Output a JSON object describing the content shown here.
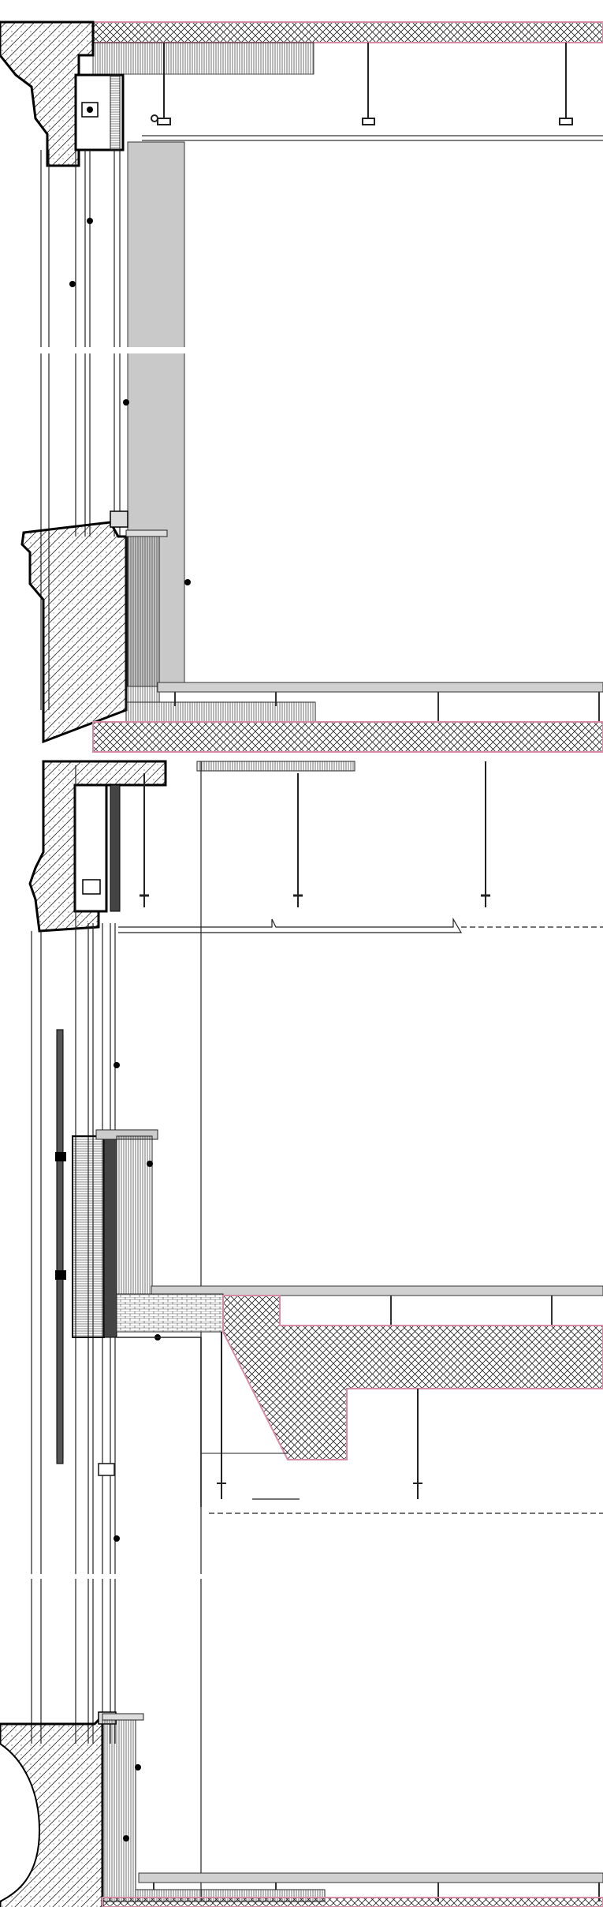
{
  "drawing": {
    "type": "architectural facade wall section",
    "sheets": [
      "upper-window-section",
      "floor-window-section",
      "lower-window-section"
    ],
    "colors": {
      "line": "#111111",
      "hatch_masonry": "#333333",
      "slab_outline": "#d88aa4",
      "window_fill": "#c9c9c9",
      "rail": "#9a9a9a",
      "background": "#ffffff"
    }
  }
}
